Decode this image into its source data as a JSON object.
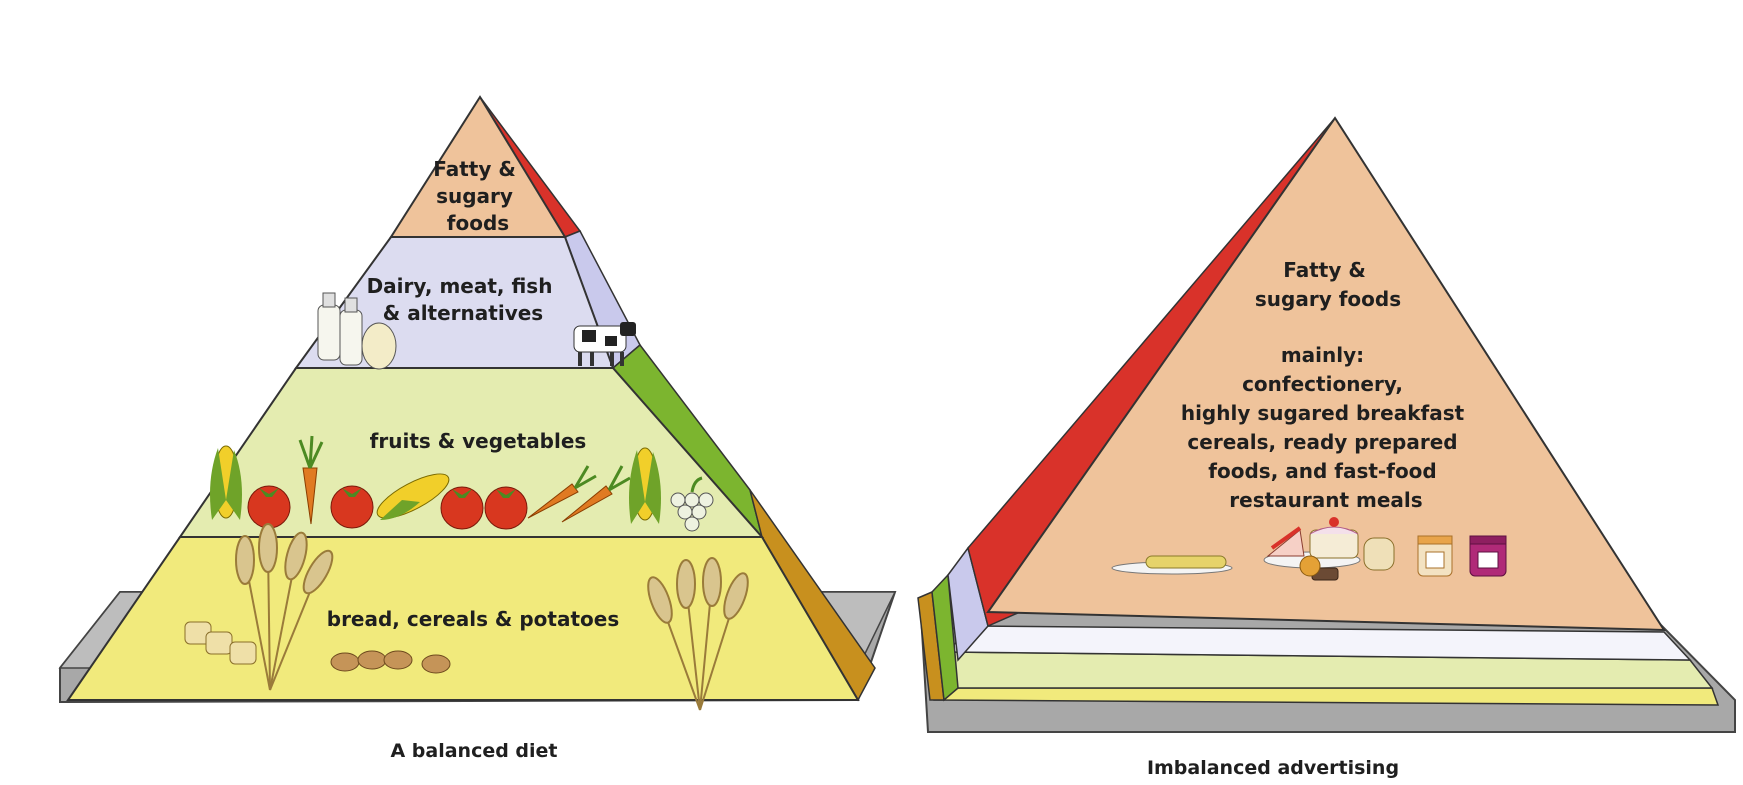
{
  "balanced": {
    "caption": "A balanced diet",
    "tiers": {
      "top": [
        "Fatty &",
        "sugary",
        "foods"
      ],
      "dairy": [
        "Dairy, meat, fish",
        "& alternatives"
      ],
      "fruit": [
        "fruits & vegetables"
      ],
      "bread": [
        "bread, cereals & potatoes"
      ]
    }
  },
  "imbalanced": {
    "caption": "Imbalanced advertising",
    "heading": [
      "Fatty &",
      "sugary foods"
    ],
    "detail": [
      "mainly:",
      "confectionery,",
      "highly sugared breakfast",
      "cereals, ready prepared",
      "foods, and fast-food",
      "restaurant meals"
    ]
  },
  "colors": {
    "fatty": "#efc39b",
    "dairy": "#dcdcf0",
    "fruit": "#e4ecb0",
    "bread": "#f1ea7c",
    "red_side": "#d9322a",
    "green_side": "#7cb52f",
    "orange_side": "#c8901e",
    "plinth": "#a8a8a8"
  },
  "icons": [
    "milk-bottle-icon",
    "egg-icon",
    "cow-icon",
    "corn-icon",
    "tomato-icon",
    "carrot-icon",
    "grapes-icon",
    "wheat-icon",
    "potato-icon",
    "bread-roll-icon",
    "cake-icon",
    "jam-jar-icon",
    "eclair-icon"
  ]
}
